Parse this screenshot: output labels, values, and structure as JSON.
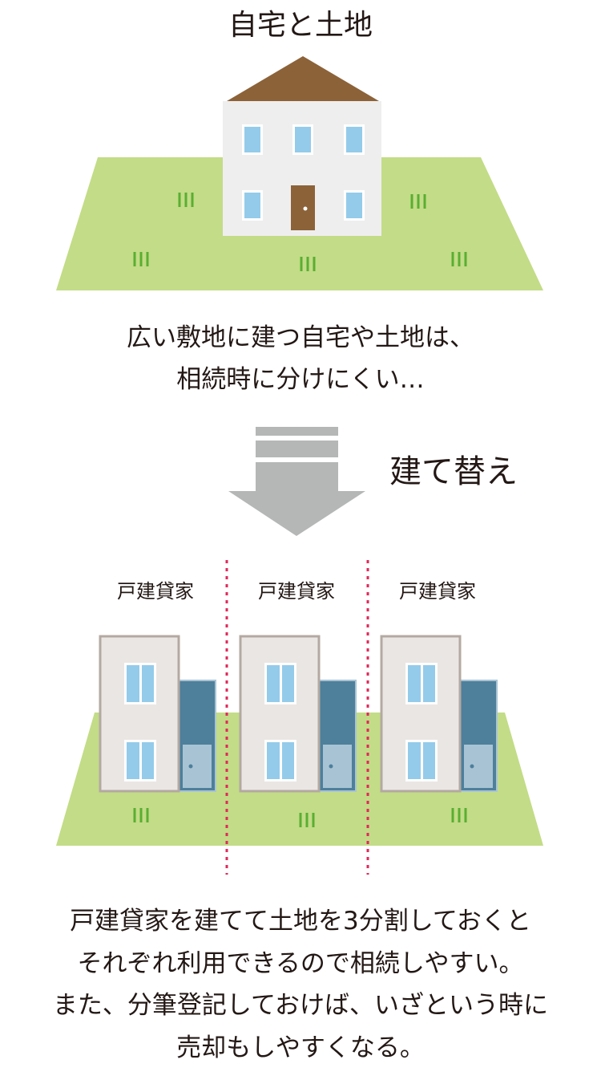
{
  "top": {
    "title": "自宅と土地",
    "caption_lines": [
      "広い敷地に建つ自宅や土地は、",
      "相続時に分けにくい…"
    ]
  },
  "arrow": {
    "label": "建て替え"
  },
  "bottom": {
    "unit_labels": [
      "戸建貸家",
      "戸建貸家",
      "戸建貸家"
    ],
    "caption_lines": [
      "戸建貸家を建てて土地を3分割しておくと",
      "それぞれ利用できるので相続しやすい。",
      "また、分筆登記しておけば、いざという時に",
      "売却もしやすくなる。"
    ]
  },
  "colors": {
    "lawn": "#c3dc87",
    "grass_tuft": "#5aae32",
    "roof": "#8c6239",
    "house_wall": "#efeeee",
    "window": "#94cbea",
    "door": "#8c6239",
    "rental_wall": "#eae6e4",
    "rental_frame": "#b4a9a2",
    "rental_annex": "#4e7f9b",
    "rental_door": "#a8c4d4",
    "arrow": "#b5b6b6",
    "divider": "#e0285a"
  }
}
